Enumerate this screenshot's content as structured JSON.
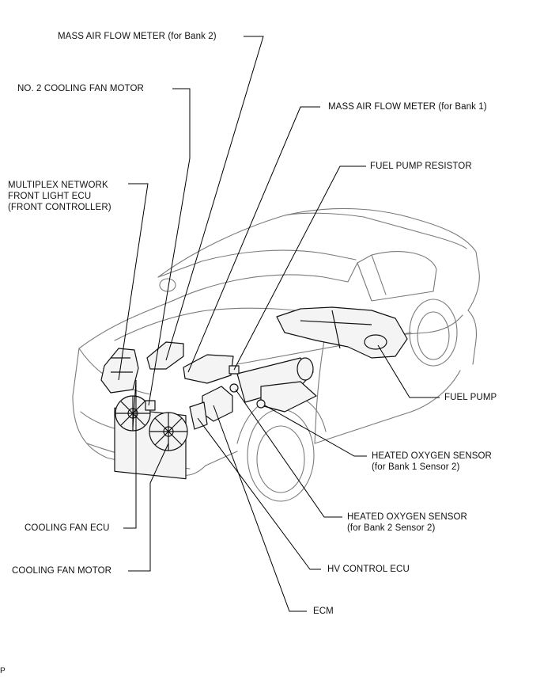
{
  "labels": {
    "maf_bank2": "MASS AIR FLOW METER (for Bank 2)",
    "no2_cooling_fan_motor": "NO. 2 COOLING FAN MOTOR",
    "maf_bank1": "MASS AIR FLOW METER (for Bank 1)",
    "fuel_pump_resistor": "FUEL PUMP RESISTOR",
    "multiplex_line1": "MULTIPLEX NETWORK",
    "multiplex_line2": "FRONT LIGHT ECU",
    "multiplex_line3": "(FRONT CONTROLLER)",
    "fuel_pump": "FUEL PUMP",
    "hos_b1s2_line1": "HEATED OXYGEN SENSOR",
    "hos_b1s2_line2": "(for Bank 1 Sensor 2)",
    "hos_b2s2_line1": "HEATED OXYGEN SENSOR",
    "hos_b2s2_line2": "(for Bank 2 Sensor 2)",
    "cooling_fan_ecu": "COOLING FAN ECU",
    "hv_control_ecu": "HV CONTROL ECU",
    "cooling_fan_motor": "COOLING FAN MOTOR",
    "ecm": "ECM",
    "corner_mark": "P"
  }
}
